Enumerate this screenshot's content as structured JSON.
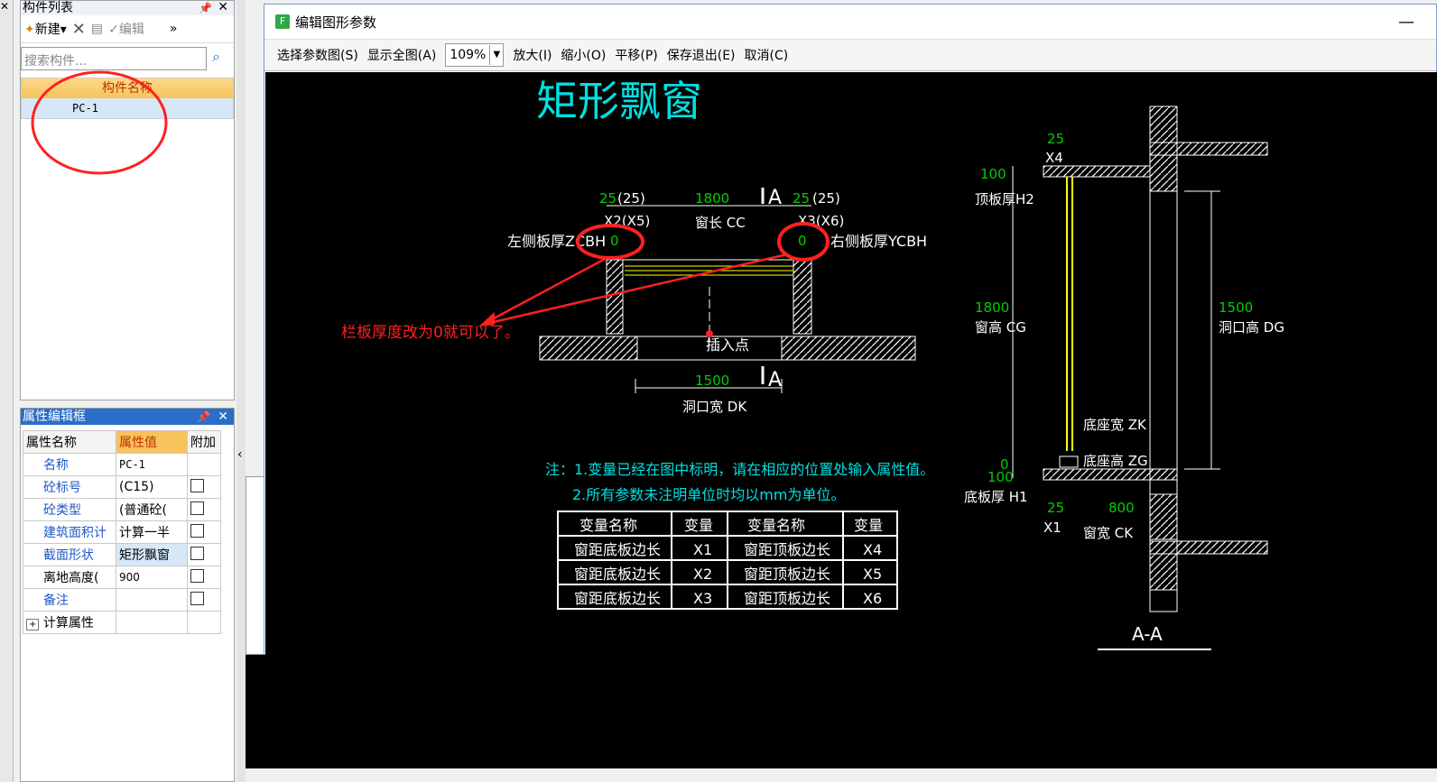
{
  "component_list": {
    "title": "构件列表",
    "new_label": "新建",
    "edit_label": "编辑",
    "search_placeholder": "搜索构件...",
    "column_header": "构件名称",
    "rows": [
      "PC-1"
    ]
  },
  "property_editor": {
    "title": "属性编辑框",
    "headers": [
      "属性名称",
      "属性值",
      "附加"
    ],
    "rows": [
      {
        "name": "名称",
        "value": "PC-1"
      },
      {
        "name": "砼标号",
        "value": "(C15)"
      },
      {
        "name": "砼类型",
        "value": "(普通砼("
      },
      {
        "name": "建筑面积计",
        "value": "计算一半"
      },
      {
        "name": "截面形状",
        "value": "矩形飘窗"
      },
      {
        "name": "离地高度(",
        "value": "900"
      },
      {
        "name": "备注",
        "value": ""
      },
      {
        "name": "计算属性",
        "value": ""
      }
    ]
  },
  "dialog": {
    "title": "编辑图形参数",
    "toolbar": {
      "select": "选择参数图(S)",
      "show_all": "显示全图(A)",
      "zoom": "109%",
      "zoom_in": "放大(I)",
      "zoom_out": "缩小(O)",
      "pan": "平移(P)",
      "save_exit": "保存退出(E)",
      "cancel": "取消(C)"
    }
  },
  "drawing": {
    "title": "矩形飘窗",
    "plan": {
      "left_w": "25",
      "left_w_paren": "(25)",
      "cc": "1800",
      "cc_label": "窗长 CC",
      "right_w": "25",
      "right_w_paren": "(25)",
      "x5": "X2(X5)",
      "x6": "X3(X6)",
      "left_label": "左侧板厚ZCBH",
      "left_val": "0",
      "right_label": "右侧板厚YCBH",
      "right_val": "0",
      "insert": "插入点",
      "section_mark": "A",
      "dk": "1500",
      "dk_label": "洞口宽 DK"
    },
    "annotation": "栏板厚度改为0就可以了。",
    "notes": [
      "注：1.变量已经在图中标明，请在相应的位置处输入属性值。",
      "2.所有参数未注明单位时均以mm为单位。"
    ],
    "table": {
      "headers": [
        "变量名称",
        "变量",
        "变量名称",
        "变量"
      ],
      "rows": [
        [
          "窗距底板边长",
          "X1",
          "窗距顶板边长",
          "X4"
        ],
        [
          "窗距底板边长",
          "X2",
          "窗距顶板边长",
          "X5"
        ],
        [
          "窗距底板边长",
          "X3",
          "窗距顶板边长",
          "X6"
        ]
      ]
    },
    "section": {
      "x4_dim": "25",
      "x4": "X4",
      "h2_dim": "100",
      "h2_label": "顶板厚H2",
      "cg_dim": "1800",
      "cg_label": "窗高 CG",
      "dg_dim": "1500",
      "dg_label": "洞口高 DG",
      "zk_label": "底座宽 ZK",
      "zg_dim": "0",
      "zg_label": "底座高 ZG",
      "h1_dim": "100",
      "h1_label": "底板厚 H1",
      "x1_dim": "25",
      "x1": "X1",
      "ck_dim": "800",
      "ck_label": "窗宽 CK",
      "section_title": "A-A"
    }
  },
  "colors": {
    "green": "#00d000",
    "cyan": "#00e0e0",
    "yellow": "#ffff00",
    "red": "#ff2020",
    "white": "#ffffff"
  }
}
